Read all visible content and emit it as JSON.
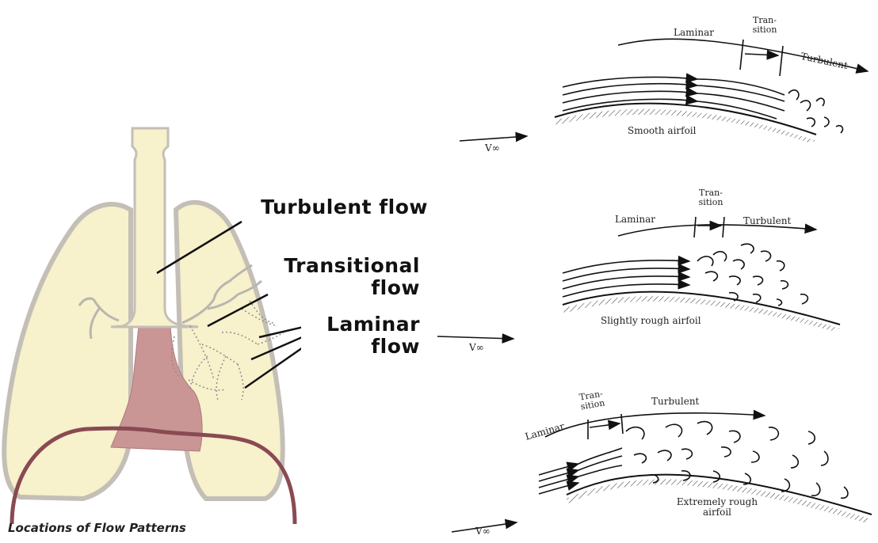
{
  "lung_diagram": {
    "labels": {
      "turbulent": "Turbulent flow",
      "transitional_line1": "Transitional",
      "transitional_line2": "flow",
      "laminar_line1": "Laminar",
      "laminar_line2": "flow"
    },
    "caption": "Locations of Flow Patterns",
    "colors": {
      "lung_fill": "#f7f1cc",
      "lung_outline": "#c4bfb6",
      "heart": "#c99595",
      "diaphragm": "#8a4a52"
    }
  },
  "airfoils": [
    {
      "id": "smooth",
      "name": "Smooth airfoil",
      "freestream_label": "V∞",
      "regions": {
        "laminar": "Laminar",
        "transition_line1": "Tran-",
        "transition_line2": "sition",
        "turbulent": "Turbulent"
      }
    },
    {
      "id": "slightly-rough",
      "name": "Slightly rough airfoil",
      "freestream_label": "V∞",
      "regions": {
        "laminar": "Laminar",
        "transition_line1": "Tran-",
        "transition_line2": "sition",
        "turbulent": "Turbulent"
      }
    },
    {
      "id": "extremely-rough",
      "name_line1": "Extremely rough",
      "name_line2": "airfoil",
      "freestream_label": "V∞",
      "regions": {
        "laminar": "Laminar",
        "transition_line1": "Tran-",
        "transition_line2": "sition",
        "turbulent": "Turbulent"
      }
    }
  ]
}
